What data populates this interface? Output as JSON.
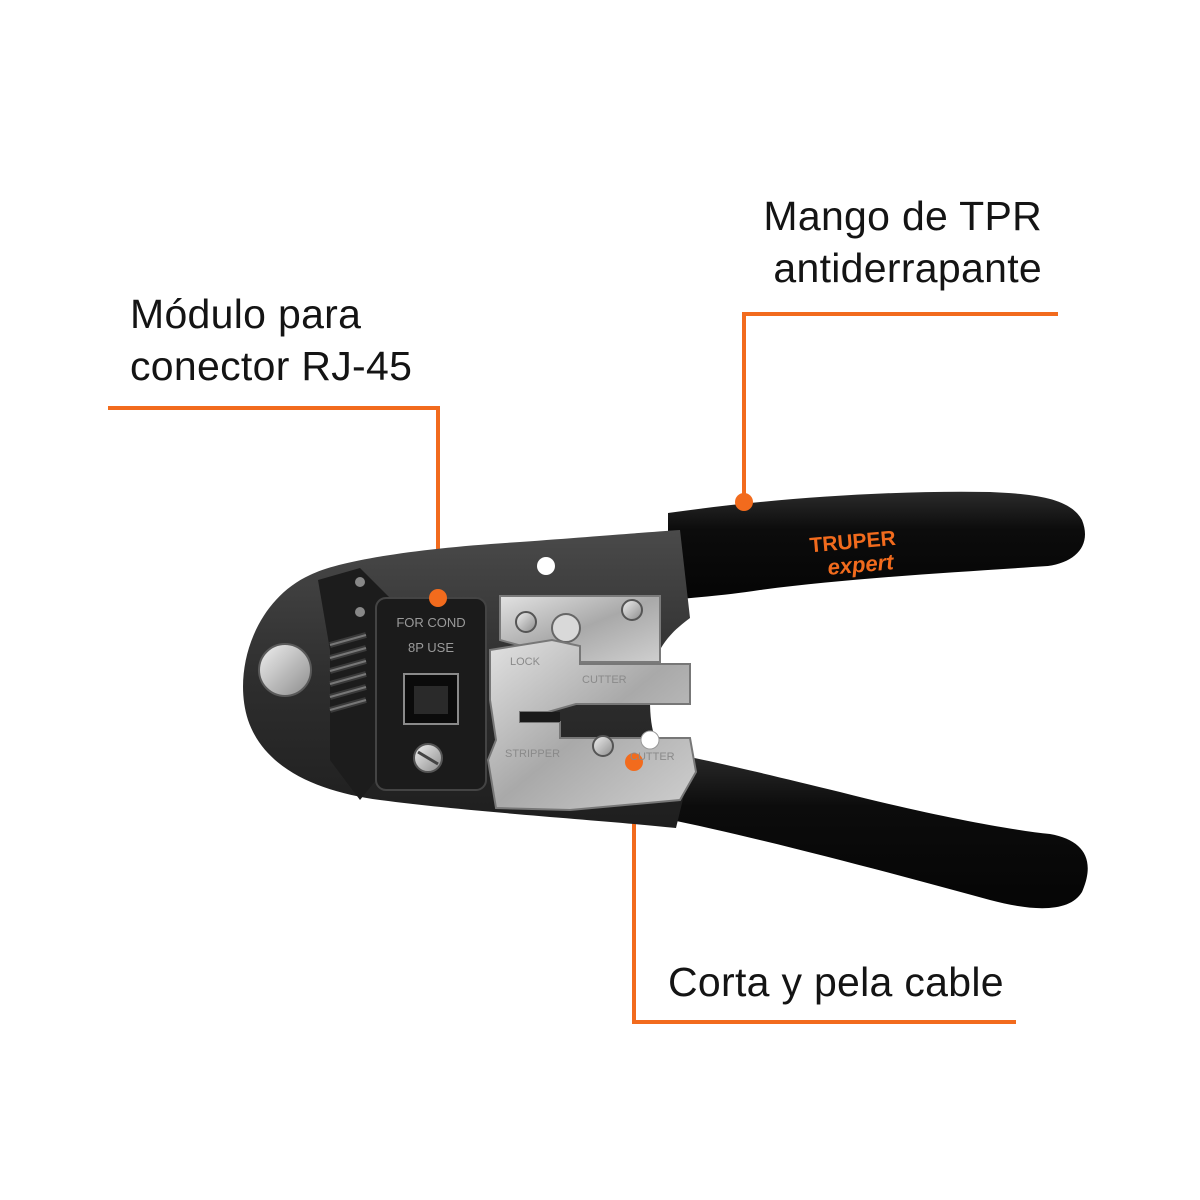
{
  "callouts": {
    "rj45_module": {
      "line1": "Módulo para",
      "line2": "conector RJ-45"
    },
    "handle": {
      "line1": "Mango de TPR",
      "line2": "antiderrapante"
    },
    "cutter": {
      "line1": "Corta y pela cable"
    }
  },
  "tool": {
    "brand_line1": "TRUPER",
    "brand_line2": "expert",
    "die_text_line1": "FOR COND",
    "die_text_line2": "8P USE",
    "blade_text_lock": "LOCK",
    "blade_text_cutter": "CUTTER",
    "blade_text_stripper": "STRIPPER",
    "blade_text_stripper_cutter": "CUTTER"
  },
  "colors": {
    "accent": "#F26B1D",
    "handle": "#0d0d0d",
    "metal": "#b8b8b8",
    "body": "#2a2a2a",
    "text": "#141414"
  }
}
